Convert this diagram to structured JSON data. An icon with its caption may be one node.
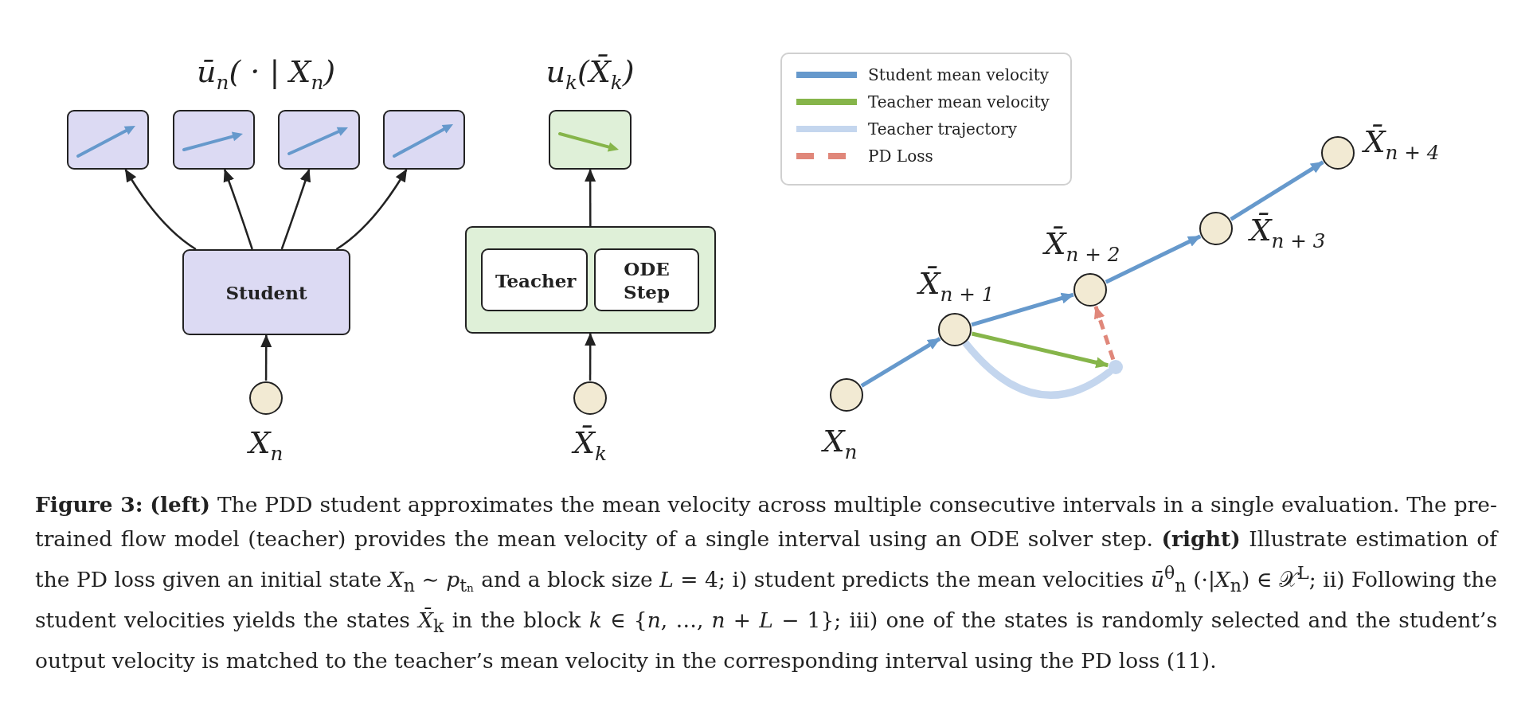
{
  "diagram": {
    "nodes": [
      {
        "text": [],
        "shape": "box"
      },
      {
        "text": [],
        "shape": "box"
      },
      {
        "text": [],
        "shape": "box"
      },
      {
        "text": [],
        "shape": "box"
      },
      {
        "text": [
          "u$_{k}$(X̄$_{k}$)"
        ]
      },
      {
        "text": [
          "Student"
        ]
      },
      {
        "text": [],
        "shape": "box"
      },
      {
        "text": [
          "Teacher"
        ],
        "in": 6
      },
      {
        "text": [
          "ODE Step"
        ],
        "in": 6
      },
      {
        "text": [],
        "shape": "circle",
        "beside": [
          "X$_{n}$"
        ]
      },
      {
        "text": [],
        "shape": "circle",
        "beside": [
          "X̄$_{k}$"
        ]
      },
      {
        "text": [],
        "shape": "circle",
        "beside": [
          "X$_{n}$"
        ]
      },
      {
        "text": [],
        "shape": "circle",
        "beside": [
          "X̄$_{n + 1}$"
        ]
      },
      {
        "text": [],
        "shape": "circle",
        "beside": [
          "X̄$_{n + 2}$"
        ]
      },
      {
        "text": [],
        "shape": "circle",
        "beside": [
          "X̄$_{n + 3}$"
        ]
      },
      {
        "text": [],
        "shape": "circle",
        "beside": [
          "X̄$_{n + 4}$"
        ]
      },
      {
        "text": [],
        "shape": "circle"
      }
    ],
    "edges": [
      {
        "from": 5,
        "to": 0,
        "arrow": "to"
      },
      {
        "from": 5,
        "to": 1,
        "arrow": "to"
      },
      {
        "from": 5,
        "to": 2,
        "arrow": "to"
      },
      {
        "from": 5,
        "to": 3,
        "arrow": "to"
      },
      {
        "from": 9,
        "to": 5,
        "arrow": "to"
      },
      {
        "from": 10,
        "to": 6,
        "arrow": "to"
      },
      {
        "from": 6,
        "to": 4,
        "arrow": "to"
      },
      {
        "from": 11,
        "to": 12,
        "arrow": "to",
        "color": "#6699cc"
      },
      {
        "from": 12,
        "to": 13,
        "arrow": "to",
        "color": "#6699cc"
      },
      {
        "from": 13,
        "to": 14,
        "arrow": "to",
        "color": "#6699cc"
      },
      {
        "from": 14,
        "to": 15,
        "arrow": "to",
        "color": "#6699cc"
      },
      {
        "from": 12,
        "to": 16,
        "arrow": "to",
        "color": "#86b54a"
      },
      {
        "from": 12,
        "to": 16,
        "arrow": "none",
        "style": "thick",
        "color": "#c4d6ee"
      },
      {
        "from": 16,
        "to": 13,
        "arrow": "to",
        "style": "dashed",
        "color": "#e0877a"
      }
    ],
    "labels": [
      "ū$_{n}$( · | X$_{n}$)"
    ],
    "legend": [
      {
        "text": "Student mean velocity"
      },
      {
        "text": "Teacher mean velocity"
      },
      {
        "text": "Teacher trajectory"
      },
      {
        "text": "PD Loss"
      }
    ],
    "caption": "**Figure 3:** **(left)** The PDD student approximates the mean velocity across multiple consecutive intervals in a single evaluation. The pre-trained flow model (teacher) provides the mean velocity of a single interval using an ODE solver step. **(right)** Illustrate estimation of the PD loss given an initial state *X*$_{n}$ ∼ *p*$_{tₙ}$ and a block size *L* = 4; i) student predicts the mean velocities *ū*$^{θ}$$_{n}$ (·|*X*$_{n}$) ∈ 𝒳$^{L}$; ii) Following the student velocities yields the states *X̄*$_{k}$ in the block *k* ∈ {*n*, …, *n* + *L* − 1}; iii) one of the states is randomly selected and the student’s output velocity is matched to the teacher’s mean velocity in the corresponding interval using the PD loss (11)."
  }
}
